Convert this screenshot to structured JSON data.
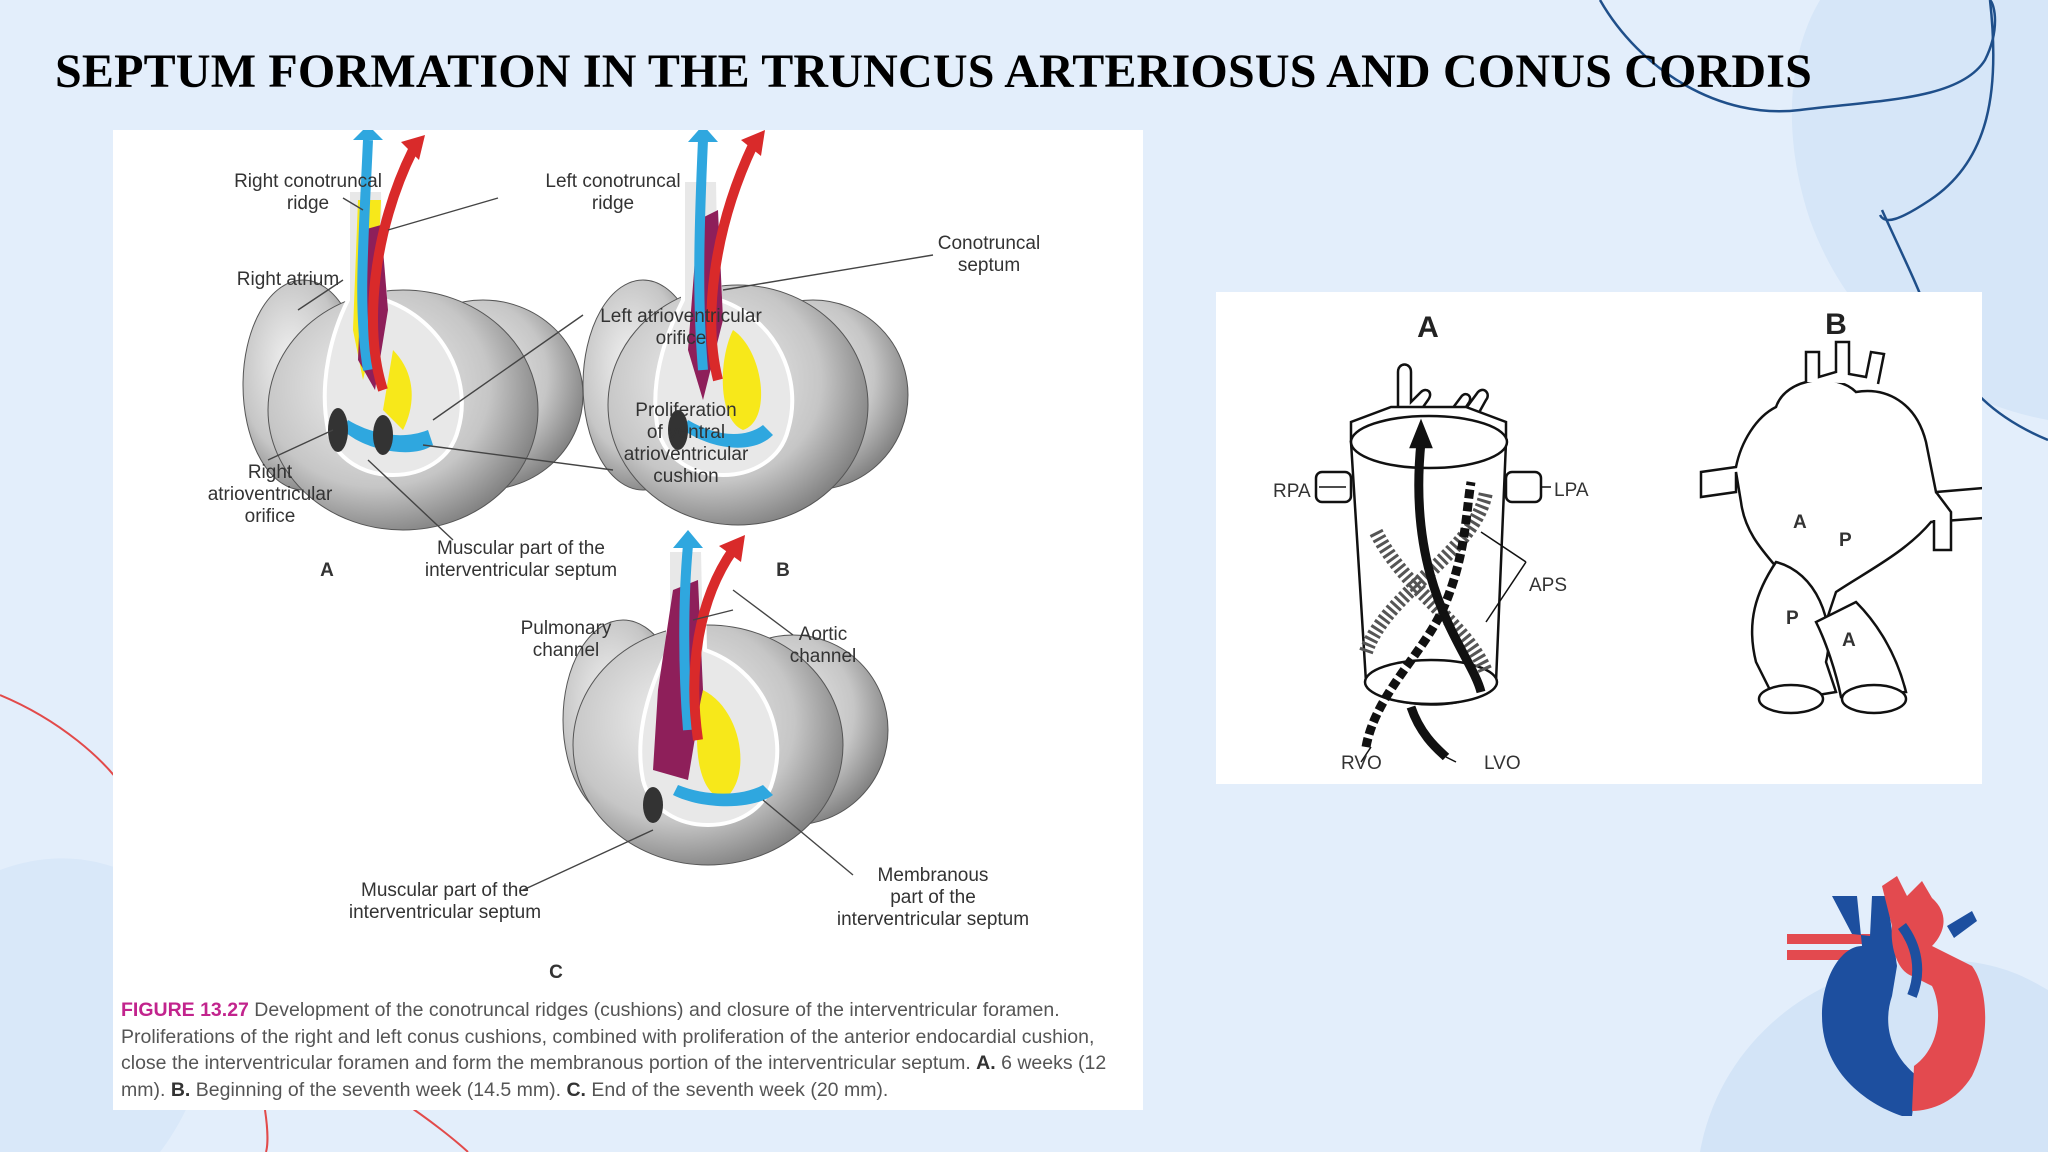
{
  "slide": {
    "title": "SEPTUM FORMATION IN THE TRUNCUS ARTERIOSUS AND CONUS CORDIS"
  },
  "figure1": {
    "labels": {
      "right_conotruncal_ridge_1": "Right conotruncal",
      "right_conotruncal_ridge_2": "ridge",
      "left_conotruncal_ridge_1": "Left conotruncal",
      "left_conotruncal_ridge_2": "ridge",
      "right_atrium": "Right atrium",
      "left_av_orifice_1": "Left atrioventricular",
      "left_av_orifice_2": "orifice",
      "right_av_orifice_1": "Right",
      "right_av_orifice_2": "atrioventricular",
      "right_av_orifice_3": "orifice",
      "muscular_a_1": "Muscular part of the",
      "muscular_a_2": "interventricular septum",
      "conotruncal_septum_1": "Conotruncal",
      "conotruncal_septum_2": "septum",
      "proliferation_1": "Proliferation",
      "proliferation_2": "of ventral",
      "proliferation_3": "atrioventricular",
      "proliferation_4": "cushion",
      "pulmonary_channel_1": "Pulmonary",
      "pulmonary_channel_2": "channel",
      "aortic_channel_1": "Aortic",
      "aortic_channel_2": "channel",
      "muscular_c_1": "Muscular part of the",
      "muscular_c_2": "interventricular septum",
      "membranous_1": "Membranous",
      "membranous_2": "part of the",
      "membranous_3": "interventricular septum",
      "panel_a": "A",
      "panel_b": "B",
      "panel_c": "C"
    },
    "caption": {
      "figure_number": "FIGURE 13.27",
      "text": " Development of the conotruncal ridges (cushions) and closure of the interventricular foramen. Proliferations of the right and left conus cushions, combined with proliferation of the anterior endocardial cushion, close the interventricular foramen and form the membranous portion of the interventricular septum. ",
      "a_label": "A.",
      "a_text": " 6 weeks (12 mm). ",
      "b_label": "B.",
      "b_text": " Beginning of the seventh week (14.5 mm). ",
      "c_label": "C.",
      "c_text": " End of the seventh week (20 mm)."
    }
  },
  "figure2": {
    "panel_a": "A",
    "panel_b": "B",
    "labels": {
      "rpa": "RPA",
      "lpa": "LPA",
      "aps": "APS",
      "rvo": "RVO",
      "lvo": "LVO",
      "b_a_upper": "A",
      "b_p_upper": "P",
      "b_p_lower": "P",
      "b_a_lower": "A"
    }
  },
  "colors": {
    "background": "#e3eefb",
    "pulmonary_blue": "#2fa7df",
    "aortic_red": "#d92a2a",
    "cushion_yellow": "#f7e81a",
    "septum_purple": "#8e1f5a",
    "caption_magenta": "#c2248d",
    "heart_blue": "#1d4f9f",
    "heart_red": "#e34a4f"
  }
}
